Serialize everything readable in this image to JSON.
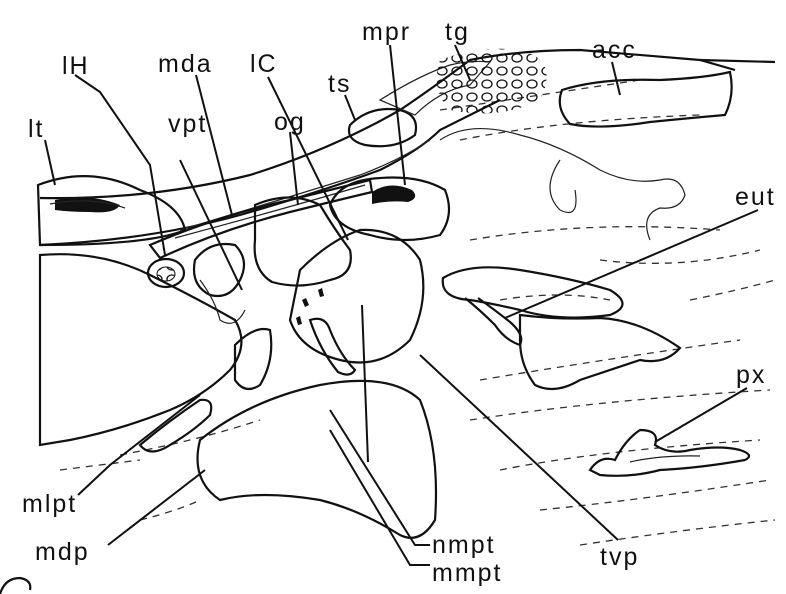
{
  "labels": {
    "lH": "lH",
    "lt": "lt",
    "mda": "mda",
    "lC": "lC",
    "mpr": "mpr",
    "tg": "tg",
    "acc": "acc",
    "ts": "ts",
    "vpt": "vpt",
    "og": "og",
    "eut": "eut",
    "px": "px",
    "mlpt": "mlpt",
    "mdp": "mdp",
    "nmpt": "nmpt",
    "mmpt": "mmpt",
    "tvp": "tvp"
  },
  "colors": {
    "ink": "#111111",
    "background": "#ffffff"
  }
}
